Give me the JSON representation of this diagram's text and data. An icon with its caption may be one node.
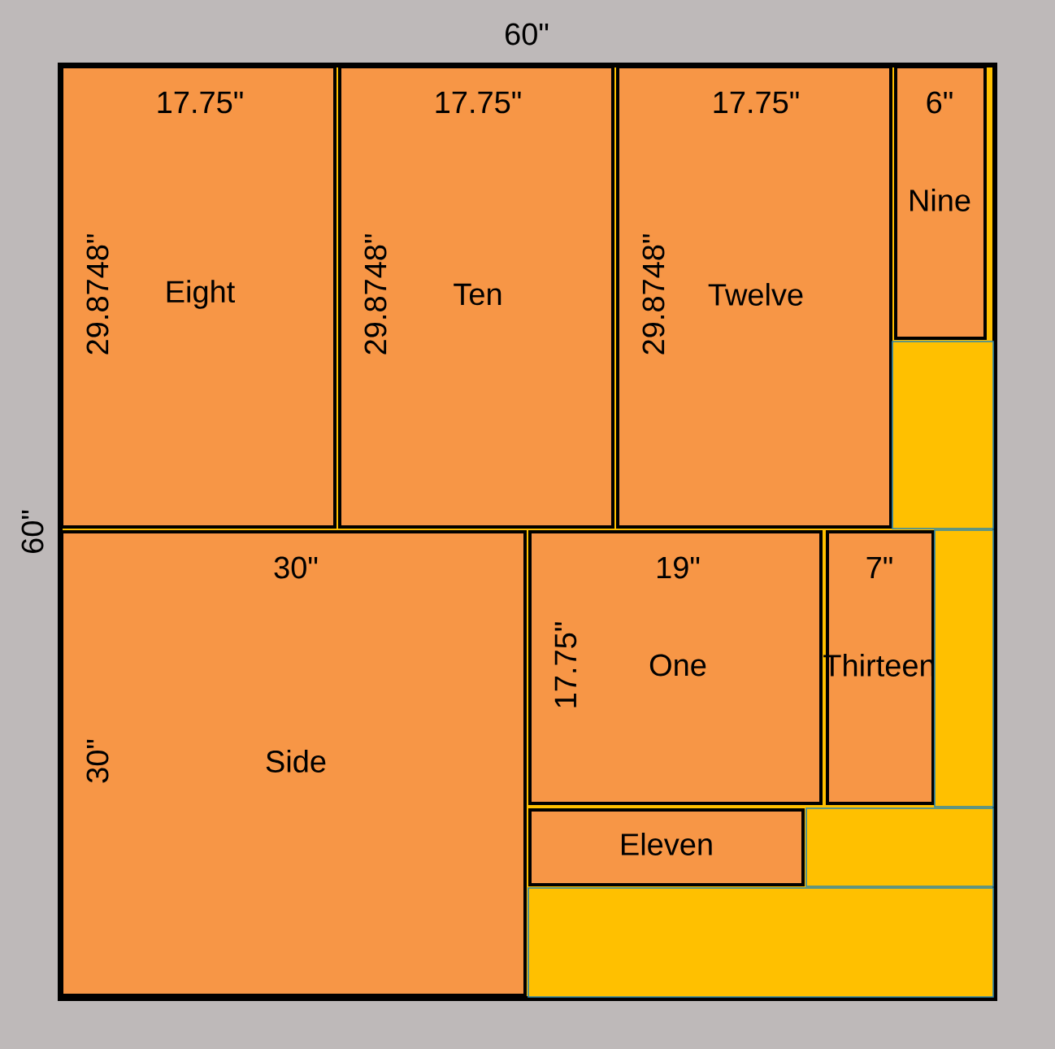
{
  "diagram": {
    "nodes": [
      {
        "text": [
          "60\"",
          "60\""
        ]
      },
      {
        "text": [
          "17.75\"",
          "29.8748\"",
          "Eight"
        ],
        "in": 0
      },
      {
        "text": [
          "17.75\"",
          "29.8748\"",
          "Ten"
        ],
        "in": 0
      },
      {
        "text": [
          "17.75\"",
          "29.8748\"",
          "Twelve"
        ],
        "in": 0
      },
      {
        "text": [
          "6\"",
          "Nine"
        ],
        "in": 0
      },
      {
        "text": [],
        "shape": "box",
        "in": 0
      },
      {
        "text": [
          "30\"",
          "30\"",
          "Side"
        ],
        "in": 0
      },
      {
        "text": [
          "19\"",
          "17.75\"",
          "One"
        ],
        "in": 0
      },
      {
        "text": [
          "7\"",
          "Thirteen"
        ],
        "in": 0
      },
      {
        "text": [],
        "shape": "box",
        "in": 0
      },
      {
        "text": [
          "Eleven"
        ],
        "in": 0
      },
      {
        "text": [],
        "shape": "box",
        "in": 0
      },
      {
        "text": [],
        "shape": "box",
        "in": 0
      }
    ]
  }
}
